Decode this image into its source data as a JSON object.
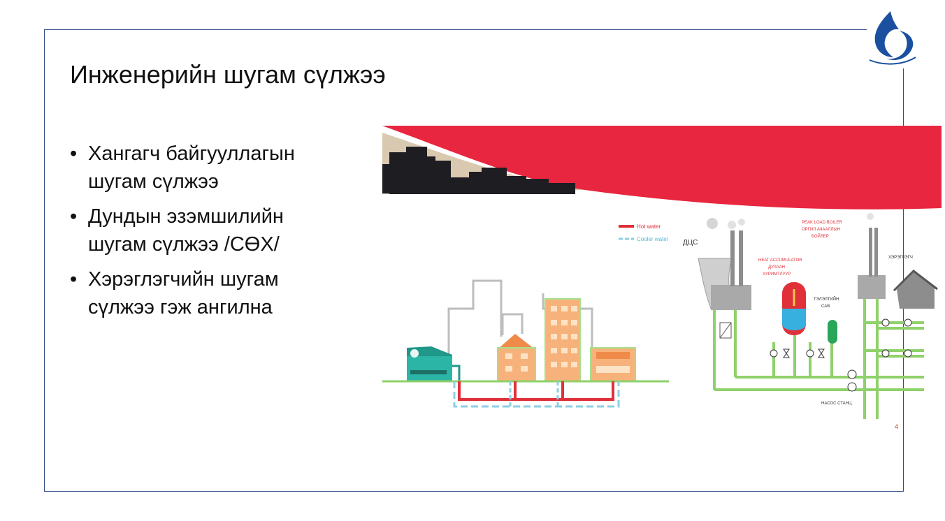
{
  "slide": {
    "title": "Инженерийн шугам сүлжээ",
    "page_number": "4"
  },
  "bullets": [
    {
      "lines": [
        "Хангагч байгууллагын",
        "шугам сүлжээ"
      ]
    },
    {
      "lines": [
        "Дундын эзэмшилийн",
        "шугам сүлжээ /СӨХ/"
      ]
    },
    {
      "lines": [
        "Хэрэглэгчийн шугам",
        "сүлжээ гэж ангилна"
      ]
    }
  ],
  "legend": {
    "hot": "Hot water",
    "cool": "Cooler water"
  },
  "diagram_labels": {
    "plant": "ДЦС",
    "accumulator_1": "HEAT ACCUMULATOR",
    "accumulator_2": "ДУЛААН",
    "accumulator_3": "ХУРИМТЛУУР",
    "boiler_1": "PEAK LOAD BOILER",
    "boiler_2": "ОРГИЛ АЧААЛЛЫН",
    "boiler_3": "БОЙЛЕР",
    "consumer": "ХЭРЭГЛЭГЧ",
    "tank_1": "ТЭЛЭЛТИЙН",
    "tank_2": "САВ",
    "pump": "НАСОС СТАНЦ"
  },
  "colors": {
    "frame": "#2e4a8a",
    "banner_red": "#e8263f",
    "hot_pipe": "#e0303a",
    "cool_pipe": "#8ccfe0",
    "green_pipe": "#8fd16a",
    "building_orange": "#f6b27a",
    "logo_blue": "#1b4fa0"
  }
}
